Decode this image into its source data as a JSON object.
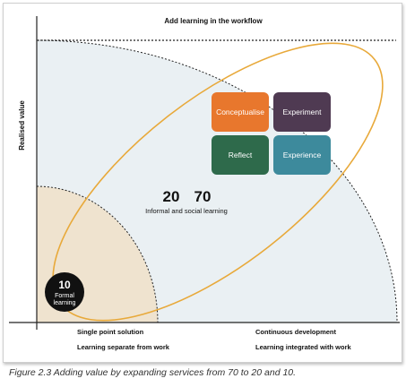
{
  "title": "Add learning in the workflow",
  "y_axis_label": "Realised value",
  "boxes": {
    "conceptualise": "Conceptualise",
    "experiment": "Experiment",
    "reflect": "Reflect",
    "experience": "Experience"
  },
  "middle": {
    "n1": "20",
    "n2": "70",
    "label": "Informal and social learning"
  },
  "circle": {
    "number": "10",
    "line1": "Formal",
    "line2": "learning"
  },
  "bottom_left": {
    "line1": "Single point solution",
    "line2": "Learning separate from work"
  },
  "bottom_right": {
    "line1": "Continuous development",
    "line2": "Learning integrated with work"
  },
  "caption": "Figure 2.3 Adding value by expanding services from 70 to 20 and 10.",
  "colors": {
    "conceptualise": "#e8772d",
    "experiment": "#4f3a52",
    "reflect": "#2e6a4b",
    "experience": "#3d8a9c",
    "large_quadrant": "#eaf0f3",
    "small_quadrant": "#efe3cf",
    "ellipse": "#e8a93a"
  }
}
